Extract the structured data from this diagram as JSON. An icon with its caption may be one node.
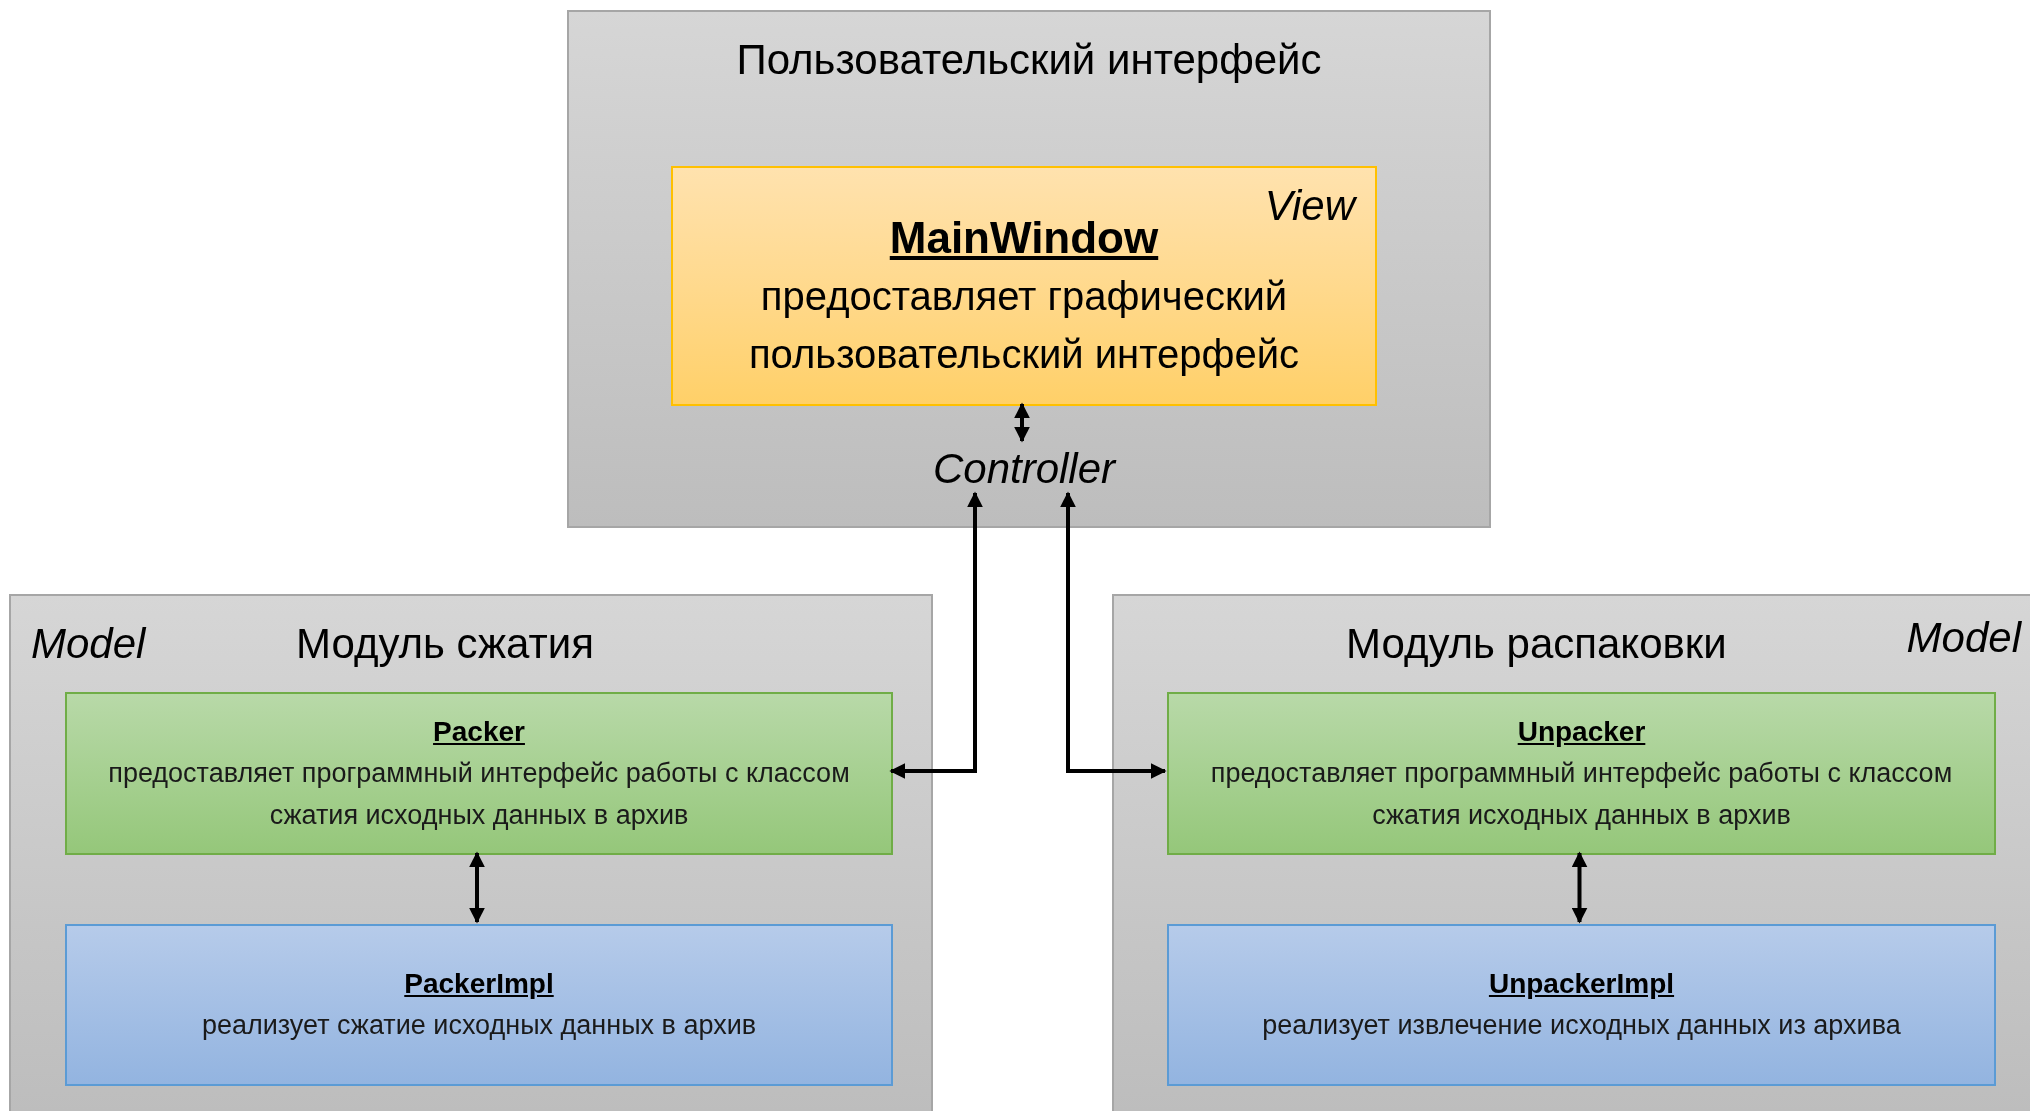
{
  "diagram": {
    "nodes": [
      {
        "text": [
          "Пользовательский интерфейс"
        ]
      },
      {
        "text": [
          "View",
          "MainWindow",
          "предоставляет графический пользовательский интерфейс"
        ],
        "in": 0
      },
      {
        "text": [
          "Controller"
        ],
        "in": 0
      },
      {
        "text": [
          "Model",
          "Модуль сжатия"
        ]
      },
      {
        "text": [
          "Packer",
          "предоставляет программный интерфейс работы с классом сжатия исходных данных в архив"
        ],
        "in": 3
      },
      {
        "text": [
          "PackerImpl",
          "реализует сжатие исходных данных в архив"
        ],
        "in": 3
      },
      {
        "text": [
          "Модуль распаковки",
          "Model"
        ]
      },
      {
        "text": [
          "Unpacker",
          "предоставляет программный интерфейс работы с классом сжатия исходных данных в архив"
        ],
        "in": 6
      },
      {
        "text": [
          "UnpackerImpl",
          "реализует извлечение исходных данных из архива"
        ],
        "in": 6
      }
    ],
    "edges": [
      {
        "from": 1,
        "to": 2,
        "arrow": "both"
      },
      {
        "from": 2,
        "to": 4,
        "arrow": "both"
      },
      {
        "from": 2,
        "to": 7,
        "arrow": "both"
      },
      {
        "from": 4,
        "to": 5,
        "arrow": "both"
      },
      {
        "from": 7,
        "to": 8,
        "arrow": "both"
      }
    ]
  }
}
